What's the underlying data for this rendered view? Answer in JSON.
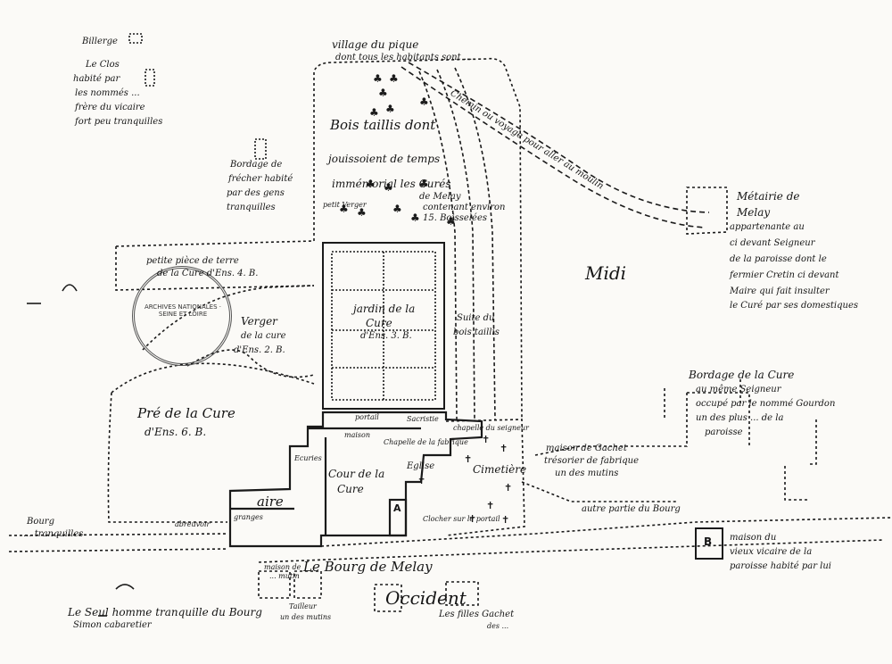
{
  "labels": {
    "village_du_pique": "village du pique",
    "village_sub": "dont tous les habitants sont ...",
    "bois_taillis": "Bois taillis dont",
    "jouissance": "jouissoient de temps",
    "immemorial": "immémorial les Curés",
    "de_melay": "de Melay",
    "contenance": "contenant environ",
    "boisselees": "15. Boisselées",
    "petit_verger": "petit Verger",
    "chemin_voyage": "Chemin ou voyage pour aller au moulin",
    "metairie_1": "Métairie de",
    "metairie_2": "Melay",
    "metairie_3": "appartenante au",
    "metairie_4": "ci devant Seigneur",
    "metairie_5": "de la paroisse  dont le",
    "metairie_6": "fermier Cretin ci devant",
    "metairie_7": "Maire qui fait insulter",
    "metairie_8": "le Curé par ses domestiques",
    "midi": "Midi",
    "billerge_1": "Billerge",
    "billerge_2": "Le Clos",
    "billerge_3": "habité par",
    "billerge_4": "les nommés ...",
    "billerge_5": "frère du vicaire",
    "billerge_6": "fort peu tranquilles",
    "bordage_1": "Bordage de",
    "bordage_2": "frécher habité",
    "bordage_3": "par des gens",
    "bordage_4": "tranquilles",
    "petite_terre": "petite pièce de terre",
    "de_la_cure_4": "de la Cure d'Ens. 4. B.",
    "jardin_1": "jardin de la",
    "jardin_2": "Cure",
    "jardin_3": "d'Ens. 3. B.",
    "suite_1": "Suite du",
    "suite_2": "bois taillis",
    "verger_1": "Verger",
    "verger_2": "de la cure",
    "verger_3": "d'Ens. 2. B.",
    "pre_1": "Pré de la Cure",
    "pre_2": "d'Ens. 6. B.",
    "portail": "portail",
    "maison": "maison",
    "sacristie": "Sacristie",
    "chapelle_fabrique": "Chapelle de la fabrique",
    "chapelle_seigneur": "chapelle du seigneur",
    "eglise": "Eglise",
    "cimetiere": "Cimetière",
    "cour_1": "Cour de la",
    "cour_2": "Cure",
    "aire": "aire",
    "granges": "granges",
    "ecuries": "Ecuries",
    "abreuvoir": "abreuvoir",
    "clocher": "Clocher sur le portail",
    "marker_a": "A",
    "bordage_cure_1": "Bordage de la Cure",
    "bordage_cure_2": "au même Seigneur",
    "bordage_cure_3": "occupé par le nommé Gourdon",
    "bordage_cure_4": "un des plus ... de la",
    "bordage_cure_5": "paroisse",
    "gachet_1": "maison de Gachet",
    "gachet_2": "trésorier de fabrique",
    "gachet_3": "un des mutins",
    "autre_partie": "autre partie du Bourg",
    "marker_b": "B",
    "maison_b_1": "maison du",
    "maison_b_2": "vieux vicaire de la",
    "maison_b_3": "paroisse habité par lui",
    "bourg_de_melay": "Le Bourg de Melay",
    "occident": "Occident",
    "bourg_left_1": "Bourg",
    "bourg_left_2": "... tranquilles",
    "seul_homme_1": "Le Seul homme tranquille du Bourg",
    "seul_homme_2": "Simon cabaretier",
    "filles_gachet_1": "Les filles Gachet",
    "filles_gachet_2": "des ...",
    "mutins_1": "maison de",
    "mutins_2": "... mutin",
    "tailleur_1": "Tailleur",
    "tailleur_2": "un des mutins",
    "stamp_text": "ARCHIVES NATIONALES · SEINE ET LOIRE"
  },
  "colors": {
    "ink": "#151515",
    "paper": "#fbfaf7"
  }
}
